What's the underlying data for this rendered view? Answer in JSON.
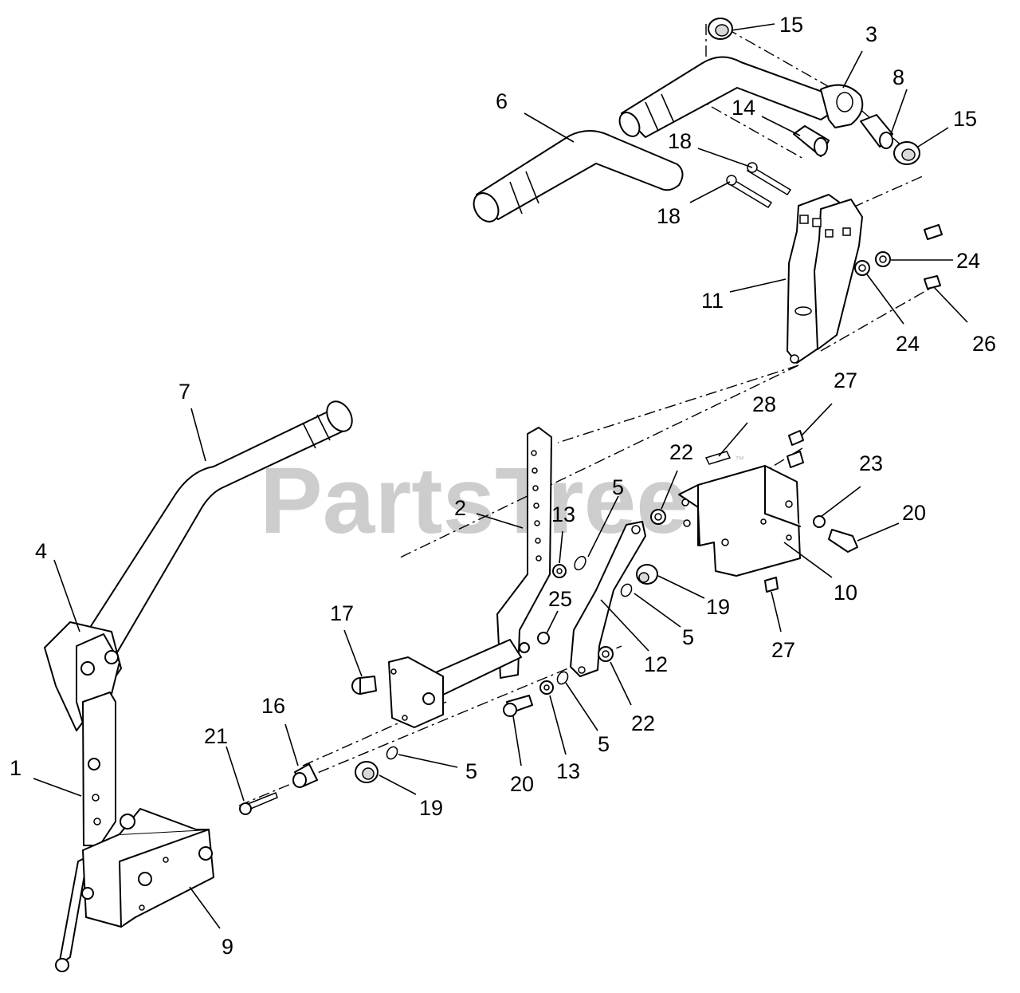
{
  "watermark": {
    "text": "PartsTree",
    "trademark": "™"
  },
  "callouts": [
    {
      "id": "c15a",
      "label": "15"
    },
    {
      "id": "c3",
      "label": "3"
    },
    {
      "id": "c8",
      "label": "8"
    },
    {
      "id": "c15b",
      "label": "15"
    },
    {
      "id": "c6",
      "label": "6"
    },
    {
      "id": "c14",
      "label": "14"
    },
    {
      "id": "c18a",
      "label": "18"
    },
    {
      "id": "c18b",
      "label": "18"
    },
    {
      "id": "c24a",
      "label": "24"
    },
    {
      "id": "c11",
      "label": "11"
    },
    {
      "id": "c24b",
      "label": "24"
    },
    {
      "id": "c26",
      "label": "26"
    },
    {
      "id": "c7",
      "label": "7"
    },
    {
      "id": "c27a",
      "label": "27"
    },
    {
      "id": "c28",
      "label": "28"
    },
    {
      "id": "c22a",
      "label": "22"
    },
    {
      "id": "c23",
      "label": "23"
    },
    {
      "id": "c5a",
      "label": "5"
    },
    {
      "id": "c2",
      "label": "2"
    },
    {
      "id": "c13a",
      "label": "13"
    },
    {
      "id": "c20a",
      "label": "20"
    },
    {
      "id": "c4",
      "label": "4"
    },
    {
      "id": "c10",
      "label": "10"
    },
    {
      "id": "c25",
      "label": "25"
    },
    {
      "id": "c19a",
      "label": "19"
    },
    {
      "id": "c17",
      "label": "17"
    },
    {
      "id": "c5b",
      "label": "5"
    },
    {
      "id": "c27b",
      "label": "27"
    },
    {
      "id": "c12",
      "label": "12"
    },
    {
      "id": "c16",
      "label": "16"
    },
    {
      "id": "c22b",
      "label": "22"
    },
    {
      "id": "c21",
      "label": "21"
    },
    {
      "id": "c5c",
      "label": "5"
    },
    {
      "id": "c1",
      "label": "1"
    },
    {
      "id": "c5d",
      "label": "5"
    },
    {
      "id": "c13b",
      "label": "13"
    },
    {
      "id": "c20b",
      "label": "20"
    },
    {
      "id": "c19b",
      "label": "19"
    },
    {
      "id": "c9",
      "label": "9"
    }
  ]
}
